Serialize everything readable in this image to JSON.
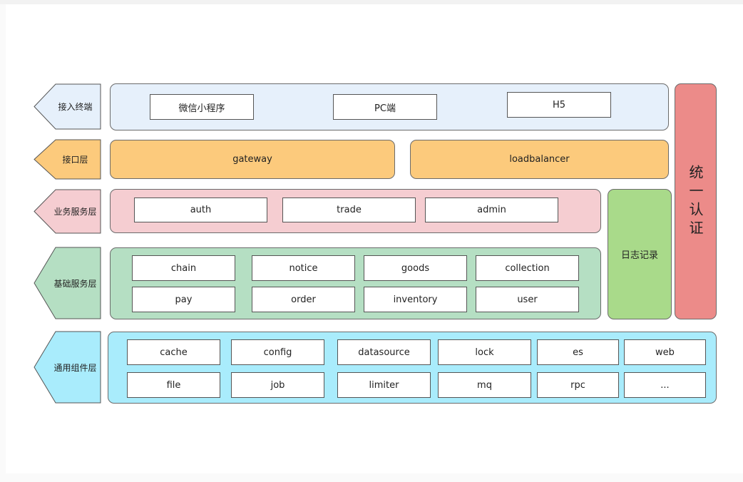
{
  "layers": [
    {
      "label": "接入终端",
      "color": "#e6f0fb"
    },
    {
      "label": "接口层",
      "color": "#fcca7c"
    },
    {
      "label": "业务服务层",
      "color": "#f5cdd1"
    },
    {
      "label": "基础服务层",
      "color": "#b5dfc3"
    },
    {
      "label": "通用组件层",
      "color": "#a9ecfc"
    }
  ],
  "terminal": {
    "items": [
      "微信小程序",
      "PC端",
      "H5"
    ]
  },
  "interface": {
    "items": [
      "gateway",
      "loadbalancer"
    ]
  },
  "business": {
    "items": [
      "auth",
      "trade",
      "admin"
    ]
  },
  "base": {
    "row1": [
      "chain",
      "notice",
      "goods",
      "collection"
    ],
    "row2": [
      "pay",
      "order",
      "inventory",
      "user"
    ]
  },
  "common": {
    "row1": [
      "cache",
      "config",
      "datasource",
      "lock",
      "es",
      "web"
    ],
    "row2": [
      "file",
      "job",
      "limiter",
      "mq",
      "rpc",
      "..."
    ]
  },
  "log": {
    "label": "日志记录",
    "color": "#a9da8a"
  },
  "auth_bar": {
    "label": "统一认证",
    "color": "#ec8b89"
  }
}
